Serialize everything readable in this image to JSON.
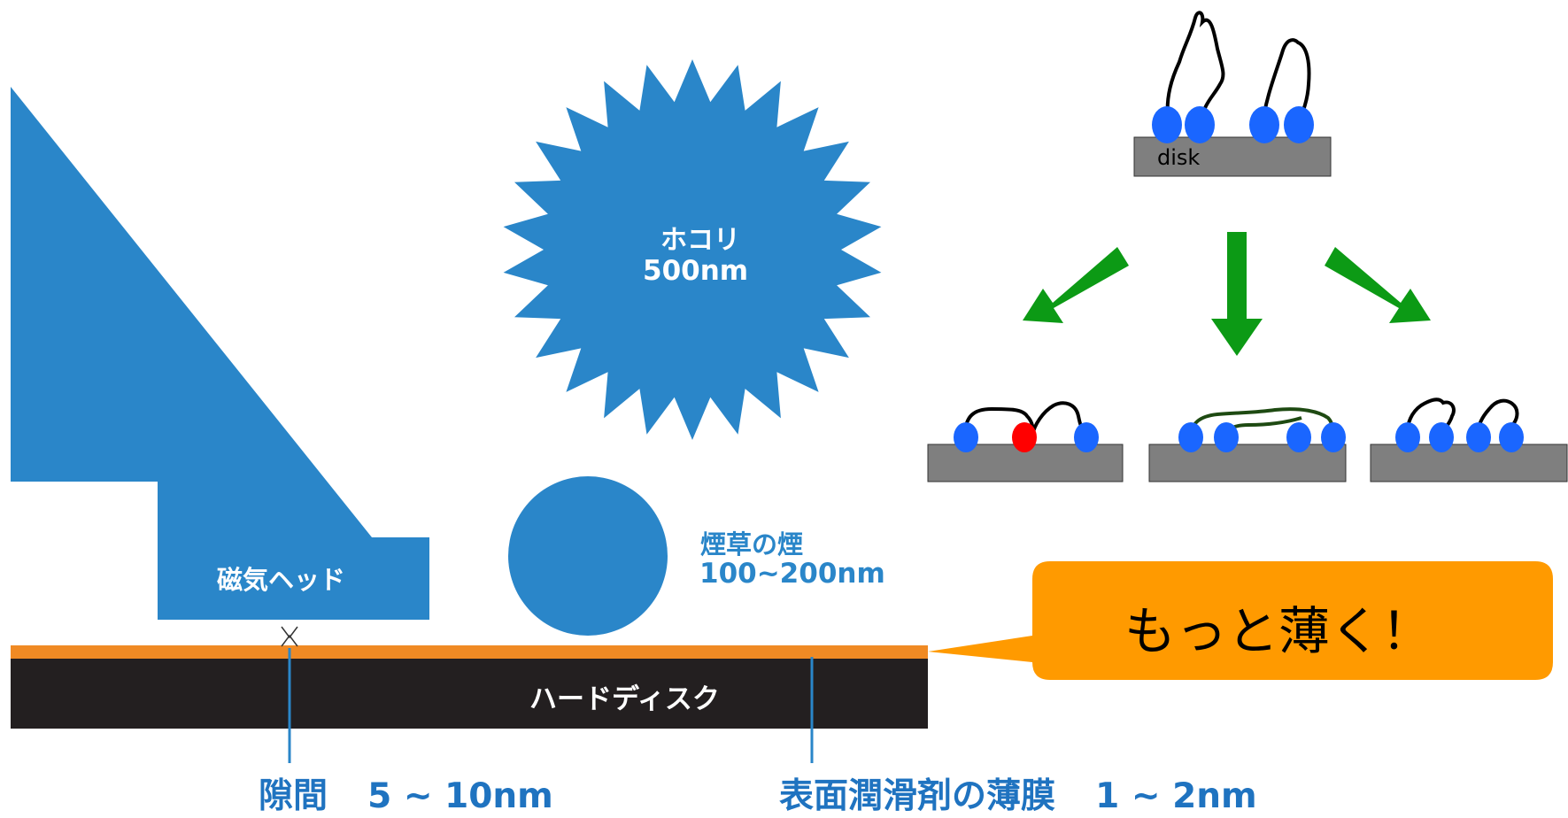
{
  "head": {
    "label": "磁気ヘッド"
  },
  "disk": {
    "label": "ハードディスク"
  },
  "dust": {
    "label": "ホコリ",
    "size": "500nm"
  },
  "smoke": {
    "label": "煙草の煙",
    "size": "100~200nm"
  },
  "gap": {
    "label": "隙間",
    "value": "5 ~ 10nm"
  },
  "lubricant": {
    "label": "表面潤滑剤の薄膜",
    "value": "1 ~ 2nm"
  },
  "callout": {
    "text": "もっと薄く！"
  },
  "molecule_top": {
    "substrate_label": "disk"
  },
  "colors": {
    "shape_blue": "#2a86c9",
    "disk_black": "#231f20",
    "lubricant_orange": "#f08a24",
    "callout_orange": "#ff9a00",
    "arrow_green": "#0c9a15",
    "substrate_gray": "#7f7f7f",
    "anchor_blue": "#1a66ff",
    "anchor_red": "#ff0000"
  }
}
